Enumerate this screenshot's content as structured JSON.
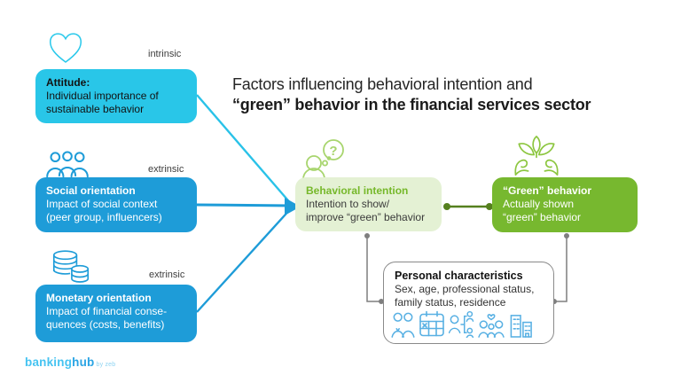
{
  "title": {
    "line1": "Factors influencing behavioral intention and",
    "line2": "“green” behavior in the financial services sector"
  },
  "factors": [
    {
      "tag": "intrinsic",
      "icon": "heart-icon",
      "heading": "Attitude:",
      "line1": "Individual importance of",
      "line2": "sustainable behavior"
    },
    {
      "tag": "extrinsic",
      "icon": "people-group-icon",
      "heading": "Social orientation",
      "line1": "Impact of social context",
      "line2": "(peer group, influencers)"
    },
    {
      "tag": "extrinsic",
      "icon": "coins-icon",
      "heading": "Monetary orientation",
      "line1": "Impact of financial conse-",
      "line2": "quences (costs, benefits)"
    }
  ],
  "intention": {
    "icon": "person-question-icon",
    "heading": "Behavioral intention",
    "line1": "Intention to show/",
    "line2": "improve “green” behavior"
  },
  "behavior": {
    "icon": "hands-plant-icon",
    "heading": "“Green” behavior",
    "line1": "Actually shown",
    "line2": "“green” behavior"
  },
  "personal": {
    "heading": "Personal characteristics",
    "line1": "Sex, age, professional status,",
    "line2": "family status, residence",
    "icons": [
      "two-people-icon",
      "calendar-icon",
      "person-hierarchy-icon",
      "family-heart-icon",
      "buildings-icon"
    ]
  },
  "logo": {
    "brand_light": "banking",
    "brand_dark": "hub",
    "byline": "by zeb"
  },
  "colors": {
    "cyan_box": "#29C6E8",
    "blue_box": "#1E9CD8",
    "light_green_box": "#E4F1D4",
    "green_box": "#77B82F",
    "green_heading": "#76B82A",
    "connector_green": "#55801E",
    "connector_gray": "#7F7F7F",
    "line_cyan": "#29C2E8",
    "small_icon_blue": "#58B0E3"
  }
}
